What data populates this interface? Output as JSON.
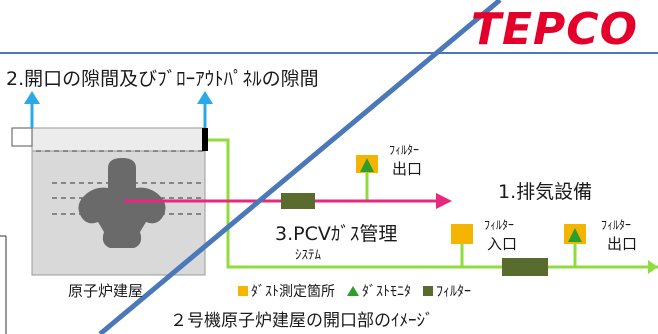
{
  "logo": "TEPCO",
  "labels": {
    "opening_gaps": "2.開口の隙間及びﾌﾞﾛｰｱｳﾄﾊﾟﾈﾙの隙間",
    "building": "原子炉建屋",
    "filter_outlet_top_line1": "ﾌｨﾙﾀｰ",
    "filter_outlet_top_line2": "出口",
    "exhaust": "1.排気設備",
    "pcv_gas_line1": "3.PCVｶﾞｽ管理",
    "pcv_gas_line2": "ｼｽﾃﾑ",
    "filter_inlet_line1": "ﾌｨﾙﾀｰ",
    "filter_inlet_line2": "入口",
    "filter_outlet_right_line1": "ﾌｨﾙﾀｰ",
    "filter_outlet_right_line2": "出口",
    "caption": "２号機原子炉建屋の開口部のｲﾒｰｼﾞ"
  },
  "legend": [
    {
      "label": "ﾀﾞｽﾄ測定箇所",
      "color": "#f5b400",
      "shape": "square"
    },
    {
      "label": "ﾀﾞｽﾄﾓﾆﾀ",
      "color": "#2aa02a",
      "shape": "triangle"
    },
    {
      "label": "ﾌｨﾙﾀｰ",
      "color": "#5a6b2e",
      "shape": "square"
    }
  ],
  "colors": {
    "green_line": "#8fdc3c",
    "magenta_line": "#e8287c",
    "blue_line": "#4a78b8",
    "cyan_arrow": "#2aa8e8",
    "dust_point": "#f5b400",
    "dust_monitor": "#2aa02a",
    "filter": "#5a6b2e",
    "building_fill": "#d9d9d9",
    "logo_red": "#e4002b"
  }
}
